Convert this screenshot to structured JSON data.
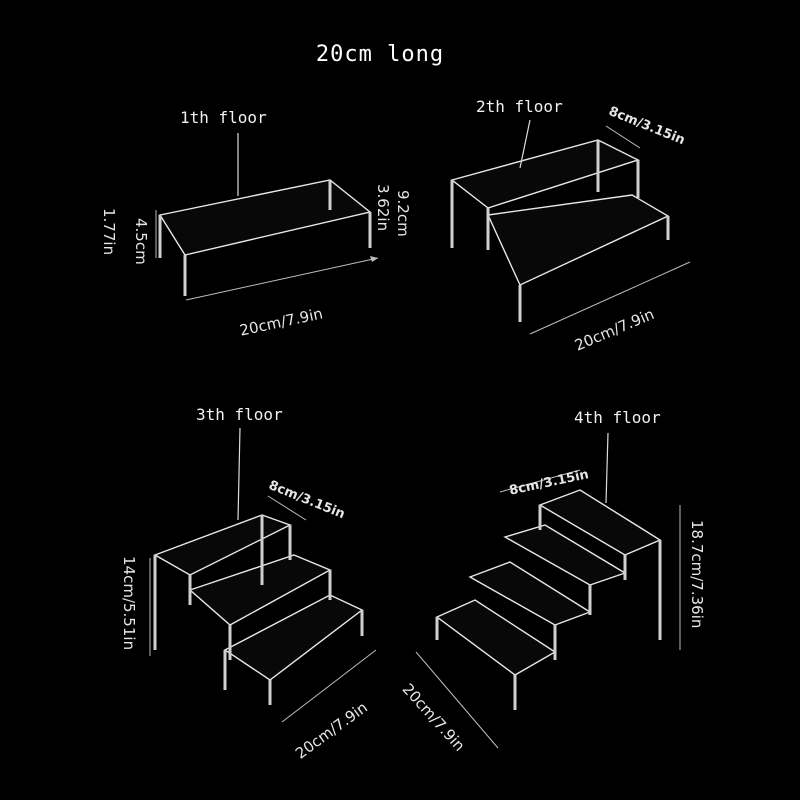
{
  "title": "20cm long",
  "floors": {
    "f1": {
      "label": "1th floor",
      "height": "4.5cm",
      "height_in": "1.77in",
      "length": "20cm/7.9in"
    },
    "f2": {
      "label": "2th floor",
      "depth": "8cm/3.15in",
      "height": "9.2cm",
      "height_in": "3.62in",
      "length": "20cm/7.9in"
    },
    "f3": {
      "label": "3th floor",
      "depth": "8cm/3.15in",
      "height": "14cm/5.51in",
      "length": "20cm/7.9in"
    },
    "f4": {
      "label": "4th floor",
      "depth": "8cm/3.15in",
      "height": "18.7cm/7.36in",
      "length": "20cm/7.9in"
    }
  }
}
